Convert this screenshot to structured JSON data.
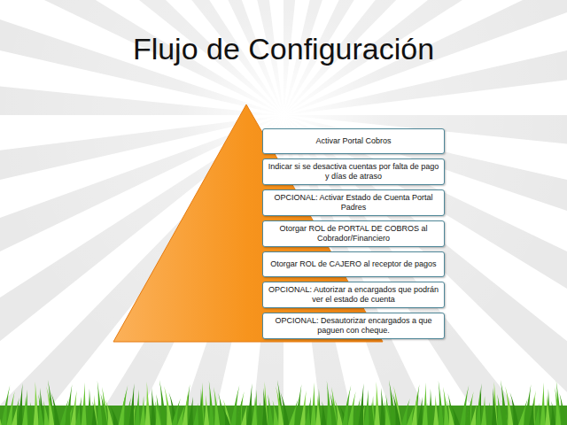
{
  "diagram": {
    "title": "Flujo de Configuración",
    "nodes": [
      {
        "text": [
          "Activar Portal Cobros"
        ]
      },
      {
        "text": [
          "Indicar si se desactiva cuentas por falta de pago y días de atraso"
        ]
      },
      {
        "text": [
          "OPCIONAL: Activar Estado de Cuenta Portal Padres"
        ]
      },
      {
        "text": [
          "Otorgar ROL de PORTAL DE COBROS al Cobrador/Financiero"
        ]
      },
      {
        "text": [
          "Otorgar ROL de CAJERO al receptor de pagos"
        ]
      },
      {
        "text": [
          "OPCIONAL: Autorizar a encargados que podrán ver el estado de cuenta"
        ]
      },
      {
        "text": [
          "OPCIONAL: Desautorizar encargados a que paguen con cheque."
        ]
      }
    ]
  }
}
